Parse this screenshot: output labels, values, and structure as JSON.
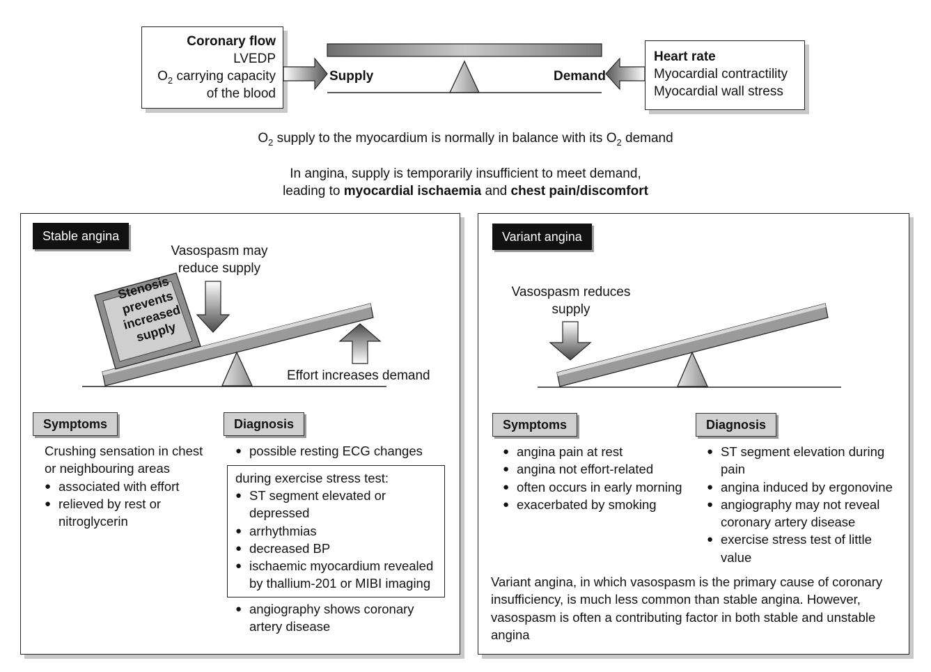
{
  "top": {
    "supply_factors": {
      "bold": "Coronary flow",
      "lines": [
        "LVEDP",
        "carrying capacity",
        "of the blood"
      ],
      "o2": "O",
      "o2_sub": "2"
    },
    "demand_factors": {
      "bold": "Heart rate",
      "lines": [
        "Myocardial contractility",
        "Myocardial wall stress"
      ]
    },
    "supply_label": "Supply",
    "demand_label": "Demand",
    "balance_line": {
      "o2_a": "O",
      "sub_a": "2",
      "text_a": " supply to the myocardium is normally in balance with its O",
      "sub_b": "2",
      "text_b": " demand"
    },
    "angina_line1": "In angina, supply is temporarily insufficient to meet demand,",
    "angina_line2_pre": "leading to ",
    "angina_line2_bold1": "myocardial ischaemia",
    "angina_line2_mid": " and ",
    "angina_line2_bold2": "chest pain/discomfort"
  },
  "stable": {
    "title": "Stable angina",
    "vasospasm": [
      "Vasospasm may",
      "reduce supply"
    ],
    "stenosis": [
      "Stenosis",
      "prevents",
      "increased",
      "supply"
    ],
    "effort": "Effort increases demand",
    "symptoms_label": "Symptoms",
    "symptoms_intro": [
      "Crushing sensation in chest",
      "or neighbouring areas"
    ],
    "symptoms": [
      "associated with effort",
      "relieved by rest or nitroglycerin"
    ],
    "diagnosis_label": "Diagnosis",
    "diag_first": "possible resting ECG changes",
    "stress_title": "during exercise stress test:",
    "stress_items": [
      "ST segment elevated or depressed",
      "arrhythmias",
      "decreased BP",
      "ischaemic myocardium revealed by thallium-201 or MIBI imaging"
    ],
    "diag_last": "angiography shows coronary artery disease"
  },
  "variant": {
    "title": "Variant angina",
    "vasospasm": [
      "Vasospasm reduces",
      "supply"
    ],
    "symptoms_label": "Symptoms",
    "symptoms": [
      "angina pain at rest",
      "angina not effort-related",
      "often occurs in early morning",
      "exacerbated by smoking"
    ],
    "diagnosis_label": "Diagnosis",
    "diagnosis": [
      "ST segment elevation during pain",
      "angina induced by ergonovine",
      "angiography may not reveal coronary artery disease",
      "exercise stress test of little value"
    ],
    "note": "Variant angina, in which vasospasm is the primary cause of coronary insufficiency, is much less common than stable angina. However, vasospasm is often a contributing factor in both stable and unstable angina"
  },
  "colors": {
    "ink": "#111111",
    "grey_box": "#cfcfcf",
    "beam": "#9a9a9a"
  }
}
